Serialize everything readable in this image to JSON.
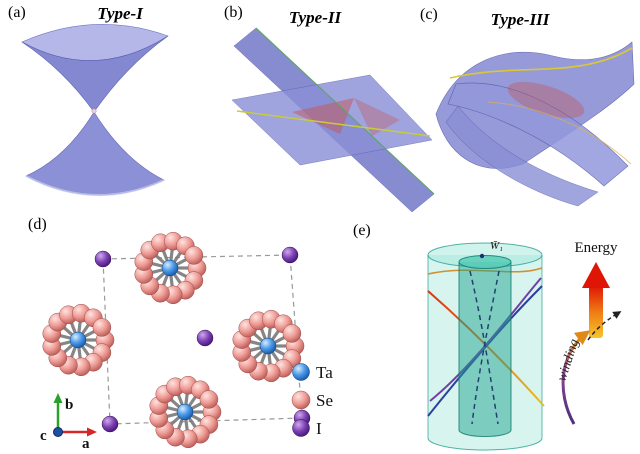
{
  "panels": {
    "a": {
      "label": "(a)",
      "title": "Type-I"
    },
    "b": {
      "label": "(b)",
      "title": "Type-II"
    },
    "c": {
      "label": "(c)",
      "title": "Type-III"
    },
    "d": {
      "label": "(d)"
    },
    "e": {
      "label": "(e)"
    }
  },
  "legend": {
    "items": [
      {
        "element": "Ta",
        "color": "#1f6fd0"
      },
      {
        "element": "Se",
        "color": "#e88888"
      },
      {
        "element": "I",
        "color": "#5c2d8a"
      }
    ]
  },
  "axes": {
    "x": "a",
    "y": "b",
    "z": "c"
  },
  "annotations": {
    "weyl_point": "W̄₁",
    "energy_label": "Energy",
    "winding_label": "winding"
  },
  "colors": {
    "surface_purple": "#7d82cf",
    "cylinder_teal": "#35b7a0",
    "energy_arrow_top": "#df1606",
    "energy_arrow_bottom": "#f7c52e"
  }
}
